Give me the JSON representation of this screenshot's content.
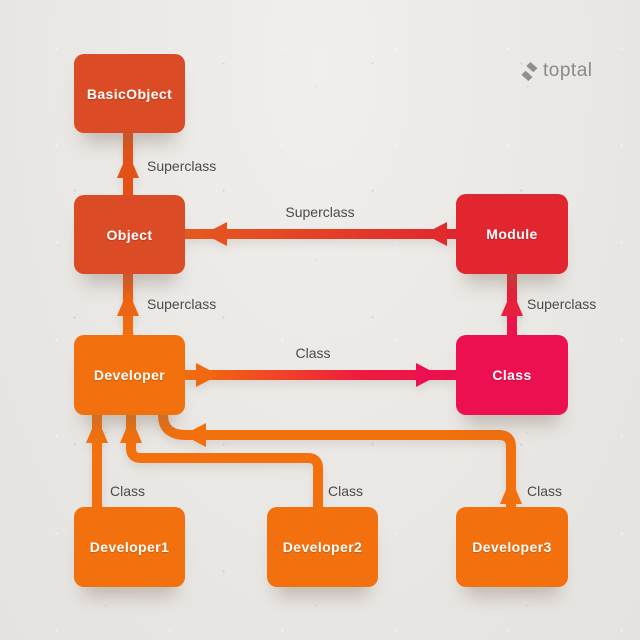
{
  "logo": {
    "text": "toptal",
    "icon": "toptal-chevrons-icon",
    "color": "#8a8a8a"
  },
  "palette": {
    "background": "#eae8e5",
    "vermilion": "#db4b25",
    "red": "#e2262f",
    "crimson": "#ec1050",
    "orange": "#f2700d",
    "edge_label_text": "#4a4a4a",
    "node_text": "#ffffff"
  },
  "nodes": {
    "basicobject": {
      "label": "BasicObject",
      "color": "#db4b25"
    },
    "object": {
      "label": "Object",
      "color": "#db4b25"
    },
    "module": {
      "label": "Module",
      "color": "#e2262f"
    },
    "developer": {
      "label": "Developer",
      "color": "#f2700d"
    },
    "class": {
      "label": "Class",
      "color": "#ec1050"
    },
    "developer1": {
      "label": "Developer1",
      "color": "#f2700d"
    },
    "developer2": {
      "label": "Developer2",
      "color": "#f2700d"
    },
    "developer3": {
      "label": "Developer3",
      "color": "#f2700d"
    }
  },
  "edges": {
    "object_to_basicobject": {
      "from": "Object",
      "to": "BasicObject",
      "label": "Superclass"
    },
    "module_to_object": {
      "from": "Module",
      "to": "Object",
      "label": "Superclass"
    },
    "developer_to_object": {
      "from": "Developer",
      "to": "Object",
      "label": "Superclass"
    },
    "class_to_module": {
      "from": "Class",
      "to": "Module",
      "label": "Superclass"
    },
    "developer_to_class": {
      "from": "Developer",
      "to": "Class",
      "label": "Class"
    },
    "developer1_to_developer": {
      "from": "Developer1",
      "to": "Developer",
      "label": "Class"
    },
    "developer2_to_developer": {
      "from": "Developer2",
      "to": "Developer",
      "label": "Class"
    },
    "developer3_to_developer": {
      "from": "Developer3",
      "to": "Developer",
      "label": "Class"
    }
  }
}
